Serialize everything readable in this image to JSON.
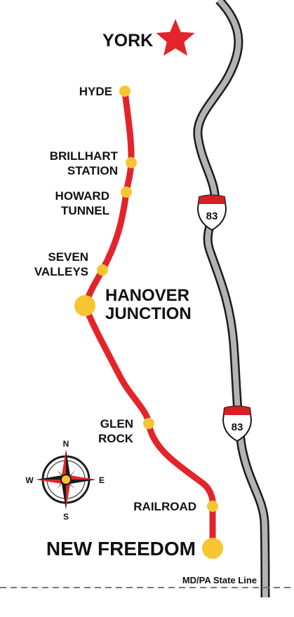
{
  "map": {
    "city_label": "YORK",
    "highway_number": "83",
    "state_line_label": "MD/PA State Line",
    "colors": {
      "rail_line": "#e3242b",
      "station": "#f7c531",
      "highway_fill": "#b3b3b3",
      "highway_border": "#1a1a1a",
      "star": "#e3242b",
      "shield_top": "#d61f26",
      "shield_border": "#1a1a1a"
    },
    "stations": [
      {
        "id": "hyde",
        "lines": [
          "HYDE"
        ]
      },
      {
        "id": "brillhart",
        "lines": [
          "BRILLHART",
          "STATION"
        ]
      },
      {
        "id": "howard",
        "lines": [
          "HOWARD",
          "TUNNEL"
        ]
      },
      {
        "id": "seven",
        "lines": [
          "SEVEN",
          "VALLEYS"
        ]
      },
      {
        "id": "hanover",
        "lines": [
          "HANOVER",
          "JUNCTION"
        ]
      },
      {
        "id": "glen",
        "lines": [
          "GLEN",
          "ROCK"
        ]
      },
      {
        "id": "railroad",
        "lines": [
          "RAILROAD"
        ]
      },
      {
        "id": "newfreedom",
        "lines": [
          "NEW FREEDOM"
        ]
      }
    ],
    "compass": {
      "n": "N",
      "s": "S",
      "e": "E",
      "w": "W"
    }
  }
}
